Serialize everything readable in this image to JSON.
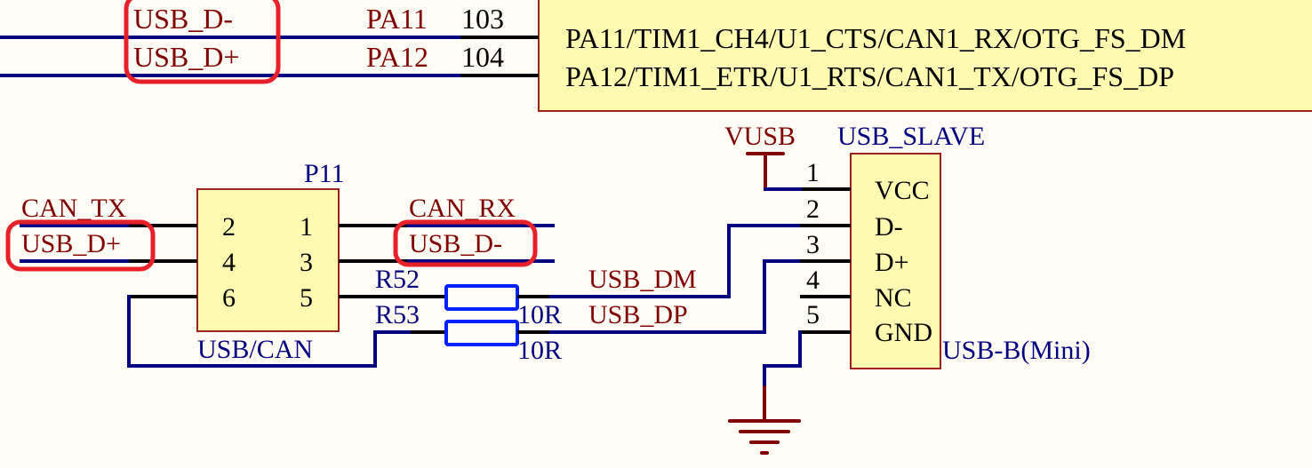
{
  "title": "USB / CAN schematic excerpt",
  "colors": {
    "background": "#FFFBF5",
    "component_fill": "#FFFBB0",
    "net_label": "#800000",
    "designator": "#000080",
    "wire": "#000080",
    "highlight": "#E8202A",
    "resistor": "#0020FF"
  },
  "mcu": {
    "nets": [
      "USB_D-",
      "USB_D+"
    ],
    "port_labels": [
      "PA11",
      "PA12"
    ],
    "pin_numbers": [
      "103",
      "104"
    ],
    "pin_functions": [
      "PA11/TIM1_CH4/U1_CTS/CAN1_RX/OTG_FS_DM",
      "PA12/TIM1_ETR/U1_RTS/CAN1_TX/OTG_FS_DP"
    ]
  },
  "connector_p11": {
    "designator": "P11",
    "comment": "USB/CAN",
    "left_pins": [
      "2",
      "4",
      "6"
    ],
    "right_pins": [
      "1",
      "3",
      "5"
    ],
    "left_nets": [
      "CAN_TX",
      "USB_D+"
    ],
    "right_nets": [
      "CAN_RX",
      "USB_D-"
    ]
  },
  "resistors": [
    {
      "designator": "R52",
      "value": "10R",
      "net": "USB_DM"
    },
    {
      "designator": "R53",
      "value": "10R",
      "net": "USB_DP"
    }
  ],
  "usb_connector": {
    "designator": "USB_SLAVE",
    "comment": "USB-B(Mini)",
    "power_net": "VUSB",
    "pins": [
      {
        "number": "1",
        "name": "VCC"
      },
      {
        "number": "2",
        "name": "D-"
      },
      {
        "number": "3",
        "name": "D+"
      },
      {
        "number": "4",
        "name": "NC"
      },
      {
        "number": "5",
        "name": "GND"
      }
    ]
  },
  "ground_symbol": "ground-icon"
}
